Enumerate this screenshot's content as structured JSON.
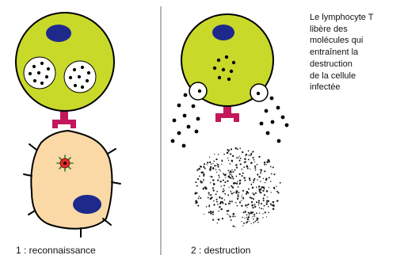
{
  "diagram": {
    "panel1_caption": "1 : reconnaissance",
    "panel2_caption": "2 : destruction",
    "description_lines": [
      "Le lymphocyte T",
      "libère des",
      "molécules qui",
      "entraînent la",
      "destruction",
      "de la cellule",
      "infectée"
    ],
    "credit": "",
    "colors": {
      "lymphocyte": "#c9d92a",
      "nucleus": "#1d2a8c",
      "receptor": "#c2185b",
      "infected_cell": "#fad9a6",
      "outline": "#000000",
      "virus": "#d32f2f",
      "virus_spikes": "#2e7d32",
      "divider": "#9e9e9e"
    }
  }
}
